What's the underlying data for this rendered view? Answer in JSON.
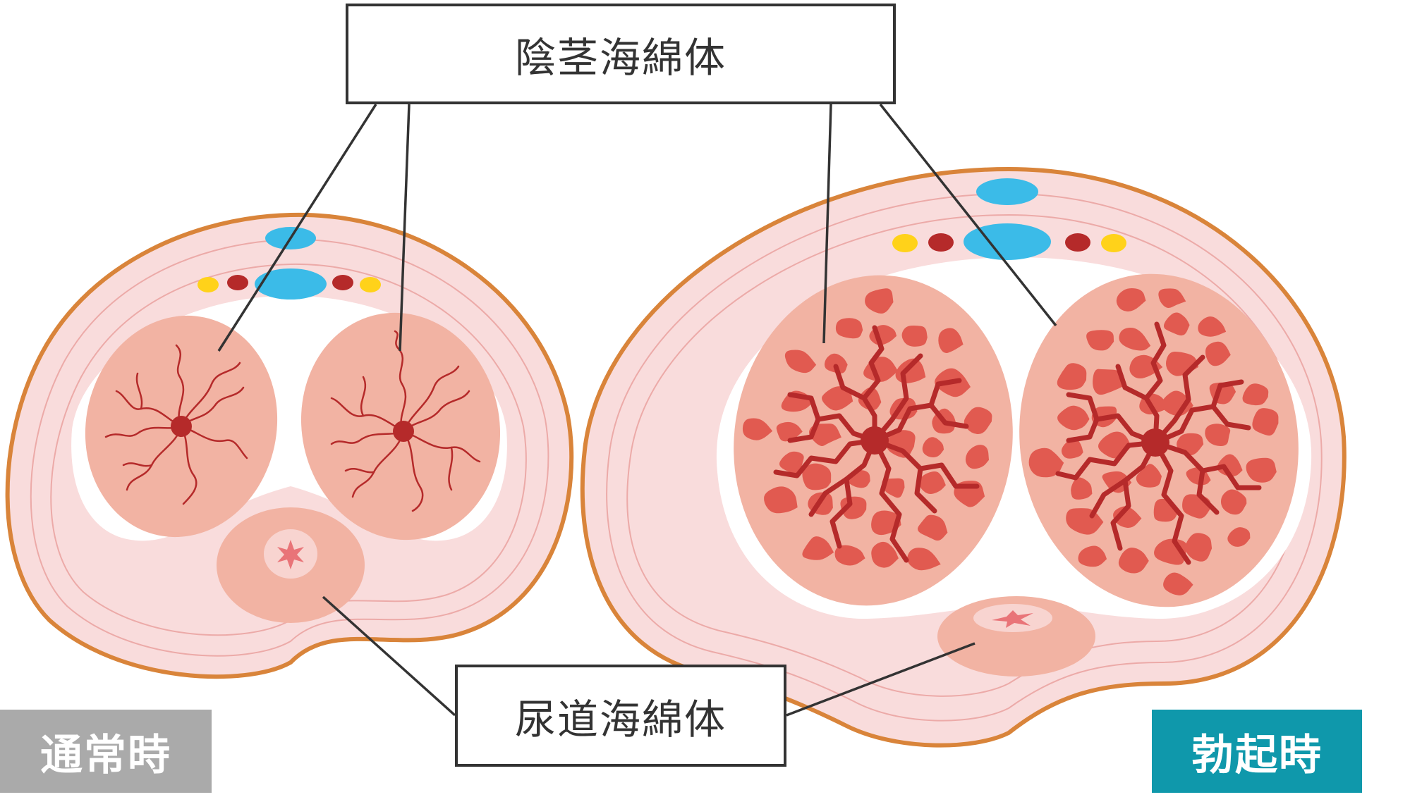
{
  "labels": {
    "corpus_cavernosum": "陰茎海綿体",
    "corpus_spongiosum": "尿道海綿体"
  },
  "states": {
    "normal": "通常時",
    "erect": "勃起時"
  },
  "colors": {
    "outline": "#d9843a",
    "skin": "#f9dcdc",
    "tunica": "#ffffff",
    "sinus_tissue": "#f2b3a3",
    "blood_space": "#e15a50",
    "artery": "#b52a2a",
    "vein": "#3bbbe8",
    "nerve": "#ffd21a",
    "normal_tag": "#aaaaaa",
    "erect_tag": "#0f98ab",
    "leader_line": "#333333"
  }
}
